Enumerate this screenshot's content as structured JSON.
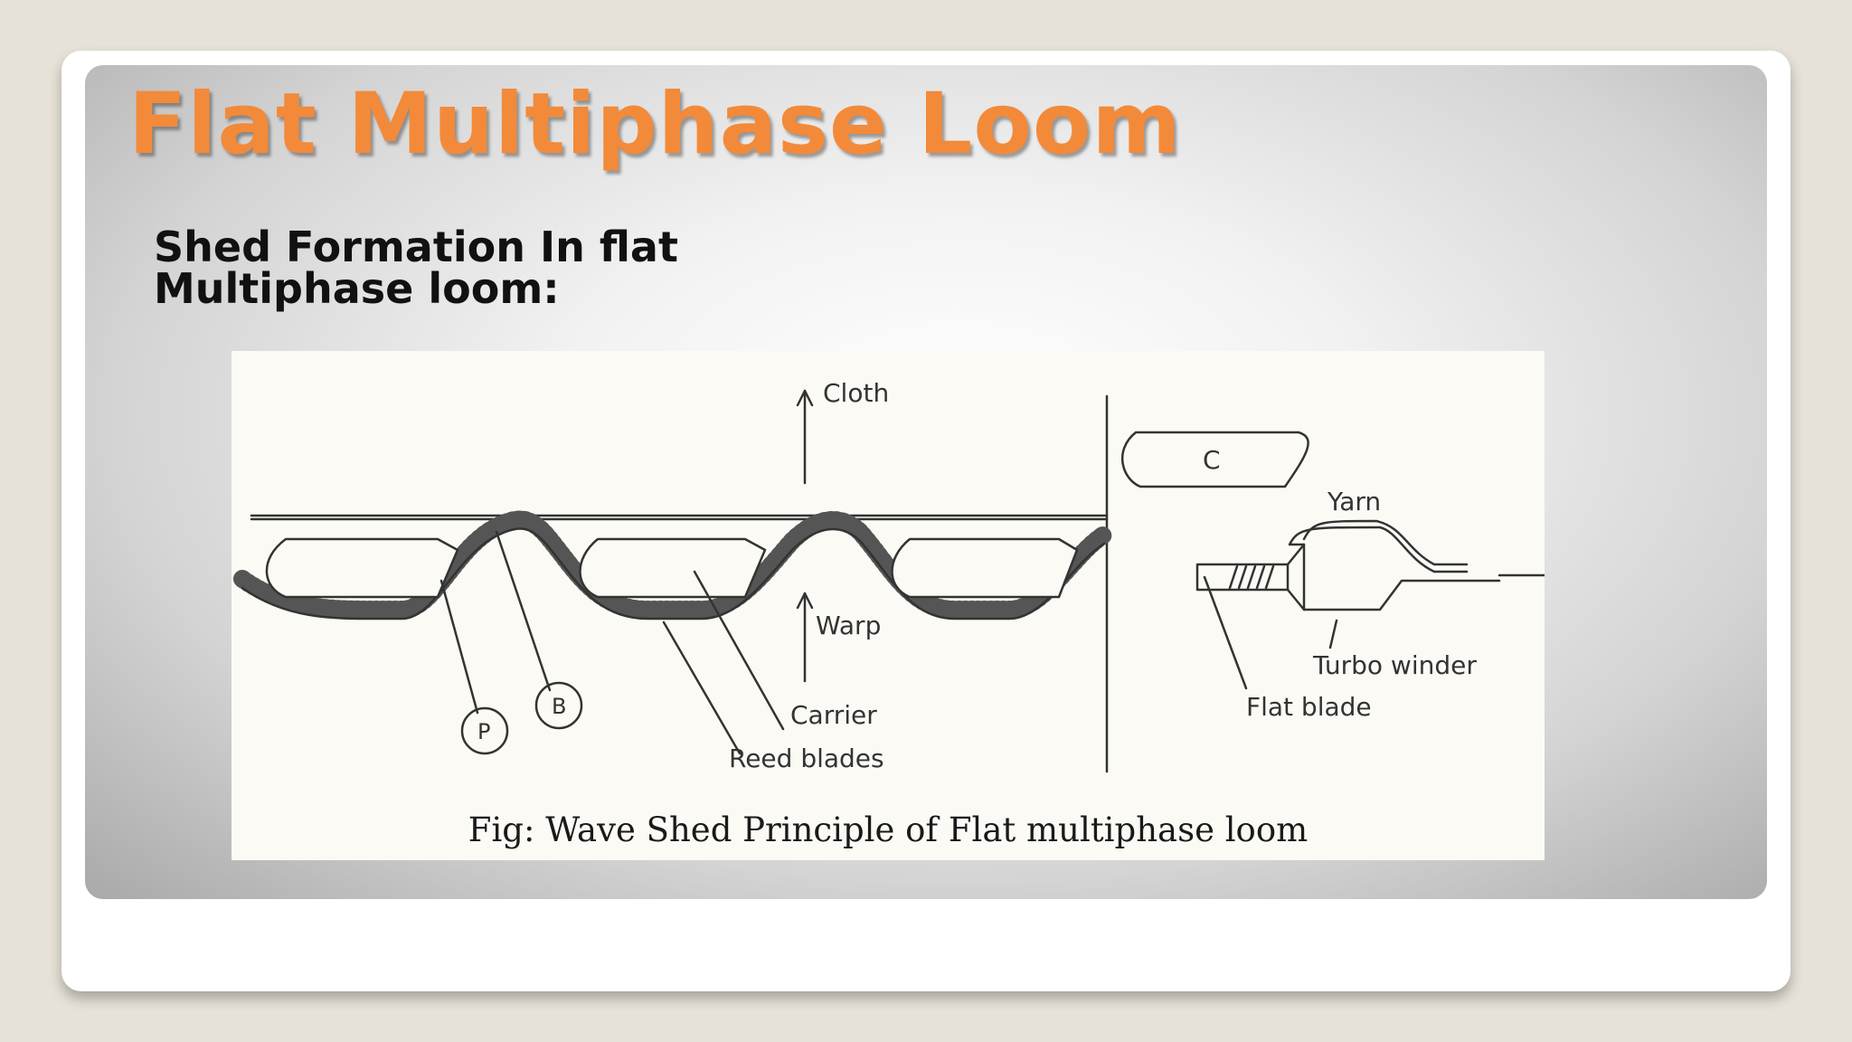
{
  "slide": {
    "title": "Flat Multiphase Loom",
    "subheading_lines": [
      "Shed Formation In flat",
      "Multiphase loom:"
    ]
  },
  "figure": {
    "labels": {
      "cloth": "Cloth",
      "warp": "Warp",
      "carrier": "Carrier",
      "reed_blades": "Reed blades",
      "p": "P",
      "b": "B",
      "c": "C",
      "yarn": "Yarn",
      "turbo_winder": "Turbo winder",
      "flat_blade": "Flat blade"
    },
    "caption": "Fig: Wave Shed Principle of Flat multiphase loom"
  },
  "colors": {
    "title": "#f28a3a",
    "subheading": "#111111",
    "line_art": "#333333"
  }
}
